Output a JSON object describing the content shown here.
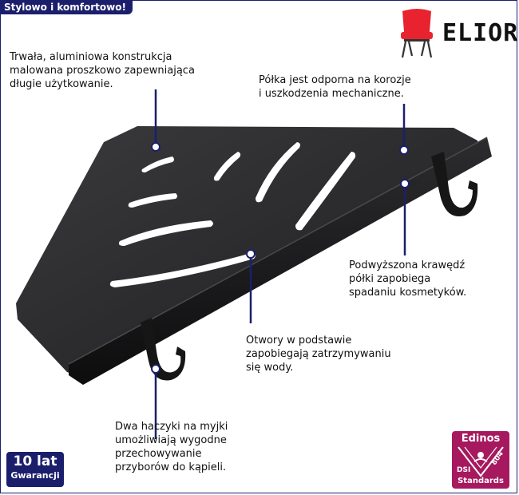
{
  "header": {
    "tagline": "Stylowo i komfortowo!"
  },
  "brand": {
    "name": "ELIOR",
    "logo_icon": "red-chair-icon",
    "accent": "#e8232f"
  },
  "callouts": {
    "material": [
      "Trwała, aluminiowa konstrukcja",
      "malowana proszkowo zapewniająca",
      "długie użytkowanie."
    ],
    "durability": [
      "Półka jest odporna na korozje",
      "i uszkodzenia mechaniczne."
    ],
    "edge": [
      "Podwyższona krawędź",
      "półki zapobiega",
      "spadaniu kosmetyków."
    ],
    "holes": [
      "Otwory w podstawie",
      "zapobiegają zatrzymywaniu",
      "się wody."
    ],
    "hooks": [
      "Dwa haczyki na myjki",
      "umożliwiają wygodne",
      "przechowywanie",
      "przyborów do kąpieli."
    ]
  },
  "warranty": {
    "line1": "10 lat",
    "line2": "Gwarancji"
  },
  "badge": {
    "title": "Edinos",
    "code_left": "DSI",
    "code_right": "804",
    "footer": "Standards"
  },
  "colors": {
    "navy": "#1b1f6b",
    "shelf": "#2a2a2c",
    "badge": "#a6195f"
  }
}
